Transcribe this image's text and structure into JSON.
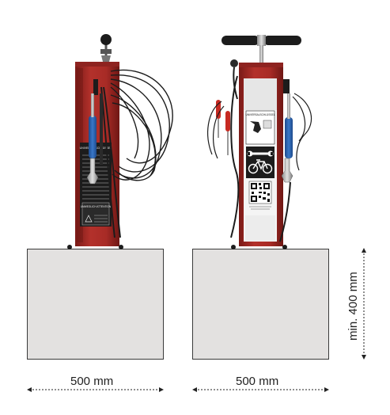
{
  "dimensions": {
    "width_left": "500 mm",
    "width_right": "500 mm",
    "height_min": "min. 400 mm"
  },
  "left_station": {
    "panel_heading": "UNIVERSALSCHLÜSSEL",
    "warning_label": "UMWEGLICH ATTENTION"
  },
  "right_station": {
    "panel_heading": "UNIVERSALSCHLÜSSEL"
  },
  "colors": {
    "station_red": "#a82b26",
    "station_red_dark": "#7a1a17",
    "hose_black": "#1c1c1c",
    "tool_blue": "#2e66b3",
    "tool_red": "#c72a22",
    "plate_fill": "#e3e1e0",
    "panel_white": "#f4f4f4"
  }
}
